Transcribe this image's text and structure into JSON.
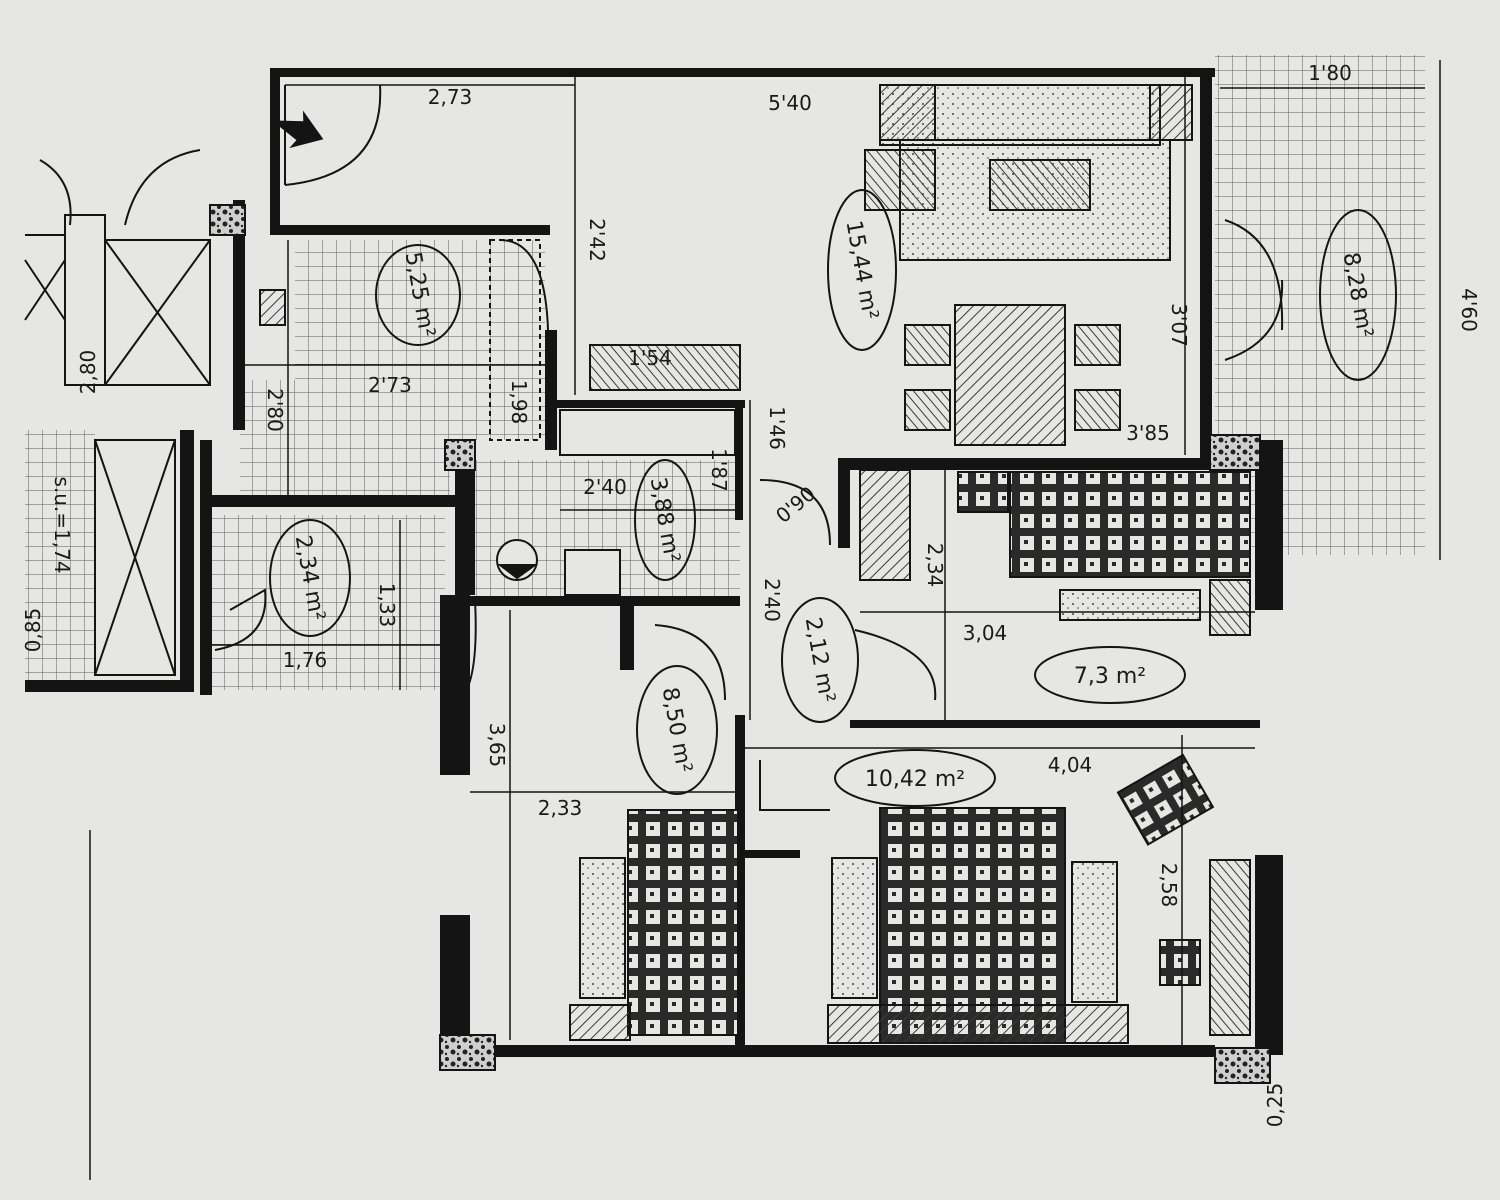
{
  "colors": {
    "paper": "#e6e6e4",
    "ink": "#141414",
    "grid": "#5a5a5a",
    "hatch": "#3a3a3a"
  },
  "areas": {
    "living": "15,44 m²",
    "terrace": "8,28 m²",
    "kitchen": "5,25 m²",
    "toilet": "2,34 m²",
    "bathroom": "3,88 m²",
    "hall": "2,12 m²",
    "bedroom_small": "7,3 m²",
    "bedroom_single": "8,50 m²",
    "bedroom_main": "10,42 m²"
  },
  "dimensions": {
    "entry_width": "2,73",
    "living_width": "5'40",
    "terrace_width": "1'80",
    "terrace_depth": "4'60",
    "living_depth_upper": "2'42",
    "living_depth": "3'07",
    "living_width_lower": "3'85",
    "kitchen_width": "2'73",
    "kitchen_depth": "2'80",
    "counter": "1'54",
    "bath_depth_a": "1'87",
    "bath_depth_b": "1'46",
    "bath_width": "2'40",
    "door_gap": "0'90",
    "hall_length": "2'40",
    "small_bed_depth": "2,34",
    "small_bed_width": "3,04",
    "toilet_depth": "1,33",
    "toilet_width": "1,76",
    "single_bed_depth": "3,65",
    "single_bed_width": "2,33",
    "main_bed_width": "4,04",
    "main_bed_depth": "2,58",
    "wall": "0,25",
    "stair_left_a": "2,80",
    "stair_label": "s.u.=1,74",
    "stair_left_b": "0,85",
    "kitchen_small": "1,98"
  },
  "icons": [
    "entry-arrow-icon",
    "stove-icon",
    "washbasin-icon"
  ]
}
